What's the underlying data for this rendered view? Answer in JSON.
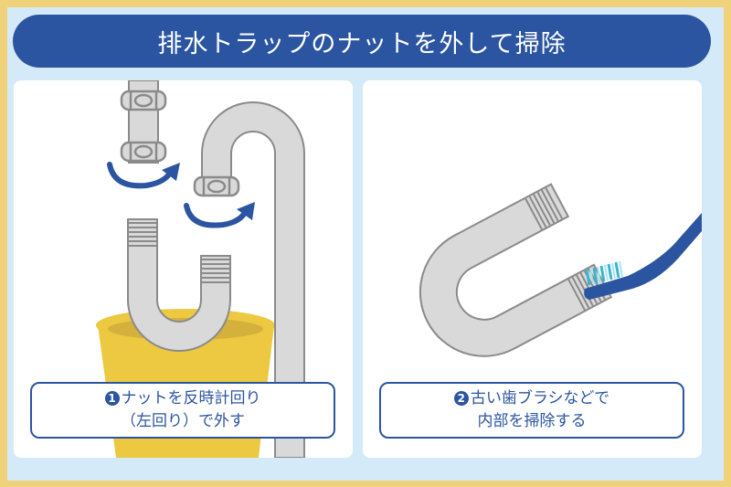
{
  "title": "排水トラップのナットを外して掃除",
  "steps": [
    {
      "number": "1",
      "line1": "ナットを反時計回り",
      "line2": "（左回り）で外す"
    },
    {
      "number": "2",
      "line1": "古い歯ブラシなどで",
      "line2": "内部を掃除する"
    }
  ],
  "colors": {
    "frame": "#f0d27a",
    "background": "#d5eaf8",
    "accent": "#2b55a0",
    "pipe_fill": "#d9d9d9",
    "pipe_stroke": "#8a8a8a",
    "bucket": "#ecc940",
    "bristles": "#3ab6d0"
  }
}
